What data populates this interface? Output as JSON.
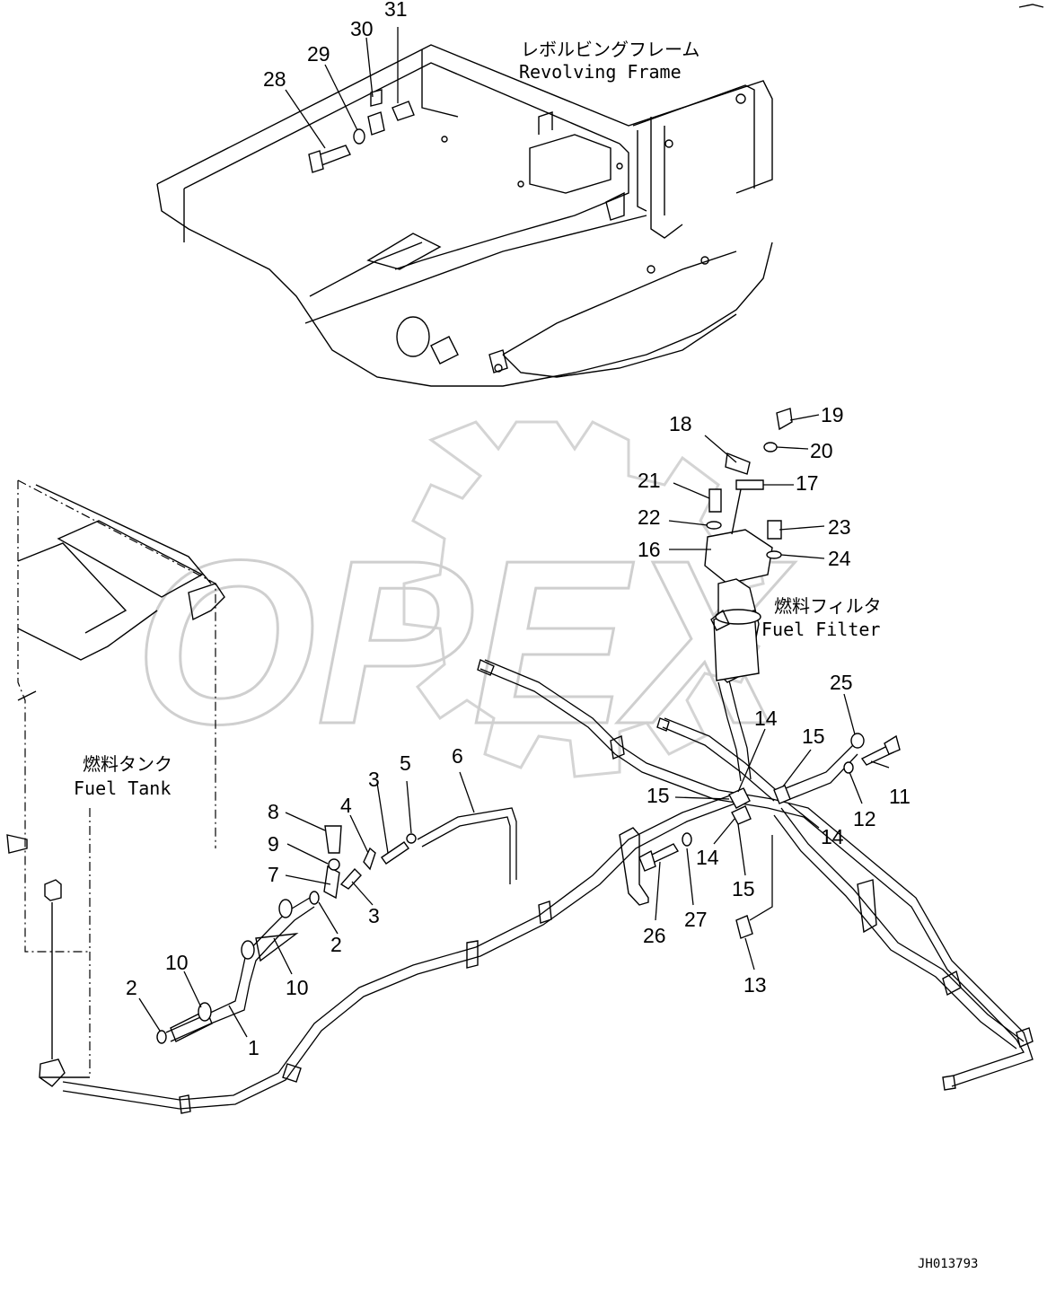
{
  "labels": {
    "revolving_frame_jp": "レボルビングフレーム",
    "revolving_frame_en": "Revolving Frame",
    "fuel_filter_jp": "燃料フィルタ",
    "fuel_filter_en": "Fuel Filter",
    "fuel_tank_jp": "燃料タンク",
    "fuel_tank_en": "Fuel Tank"
  },
  "watermark": "OPEX",
  "drawing_code": "JH013793",
  "callouts": [
    "31",
    "30",
    "29",
    "28",
    "18",
    "19",
    "20",
    "21",
    "17",
    "22",
    "23",
    "16",
    "24",
    "25",
    "14",
    "15",
    "11",
    "12",
    "14",
    "15",
    "14",
    "15",
    "26",
    "27",
    "13",
    "8",
    "3",
    "5",
    "6",
    "4",
    "9",
    "7",
    "3",
    "2",
    "10",
    "10",
    "2",
    "1"
  ]
}
